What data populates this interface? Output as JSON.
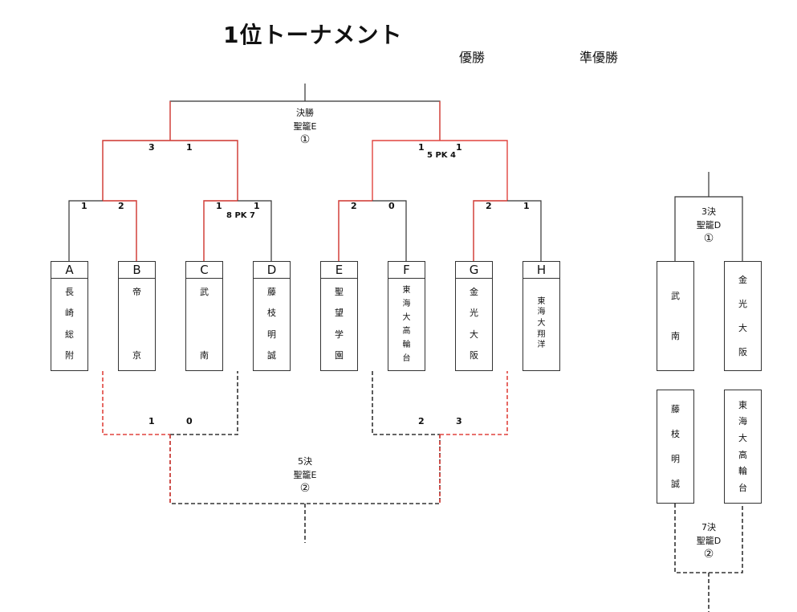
{
  "title": "1位トーナメント",
  "header": {
    "winner_label": "優勝",
    "runner_up_label": "準優勝"
  },
  "teams": [
    {
      "letter": "A",
      "chars": [
        "長",
        "崎",
        "総",
        "附"
      ]
    },
    {
      "letter": "B",
      "chars": [
        "帝",
        "京"
      ]
    },
    {
      "letter": "C",
      "chars": [
        "武",
        "南"
      ]
    },
    {
      "letter": "D",
      "chars": [
        "藤",
        "枝",
        "明",
        "誠"
      ]
    },
    {
      "letter": "E",
      "chars": [
        "聖",
        "望",
        "学",
        "園"
      ]
    },
    {
      "letter": "F",
      "chars": [
        "東",
        "海",
        "大",
        "高",
        "輪",
        "台"
      ]
    },
    {
      "letter": "G",
      "chars": [
        "金",
        "光",
        "大",
        "阪"
      ]
    },
    {
      "letter": "H",
      "chars": [
        "東",
        "海",
        "大",
        "翔",
        "洋"
      ]
    }
  ],
  "scores": {
    "r1_ab": [
      "1",
      "2"
    ],
    "r1_cd": [
      "1",
      "1"
    ],
    "r1_cd_pk": "8 PK 7",
    "r1_ef": [
      "2",
      "0"
    ],
    "r1_gh": [
      "2",
      "1"
    ],
    "sf_left": [
      "3",
      "1"
    ],
    "sf_right": [
      "1",
      "1"
    ],
    "sf_right_pk": "5 PK 4",
    "cons_left": [
      "1",
      "0"
    ],
    "cons_right": [
      "2",
      "3"
    ]
  },
  "venues": {
    "final": {
      "label": "決勝",
      "place": "聖籠E",
      "num": "①"
    },
    "fifth": {
      "label": "5決",
      "place": "聖籠E",
      "num": "②"
    },
    "third": {
      "label": "3決",
      "place": "聖籠D",
      "num": "①"
    },
    "seventh": {
      "label": "7決",
      "place": "聖籠D",
      "num": "②"
    }
  },
  "side": {
    "third": [
      [
        "武",
        "南"
      ],
      [
        "金",
        "光",
        "大",
        "阪"
      ]
    ],
    "seventh": [
      [
        "藤",
        "枝",
        "明",
        "誠"
      ],
      [
        "東",
        "海",
        "大",
        "高",
        "輪",
        "台"
      ]
    ]
  },
  "colors": {
    "win": "#e0443e",
    "line": "#333333",
    "dash_red": "#e0443e"
  }
}
